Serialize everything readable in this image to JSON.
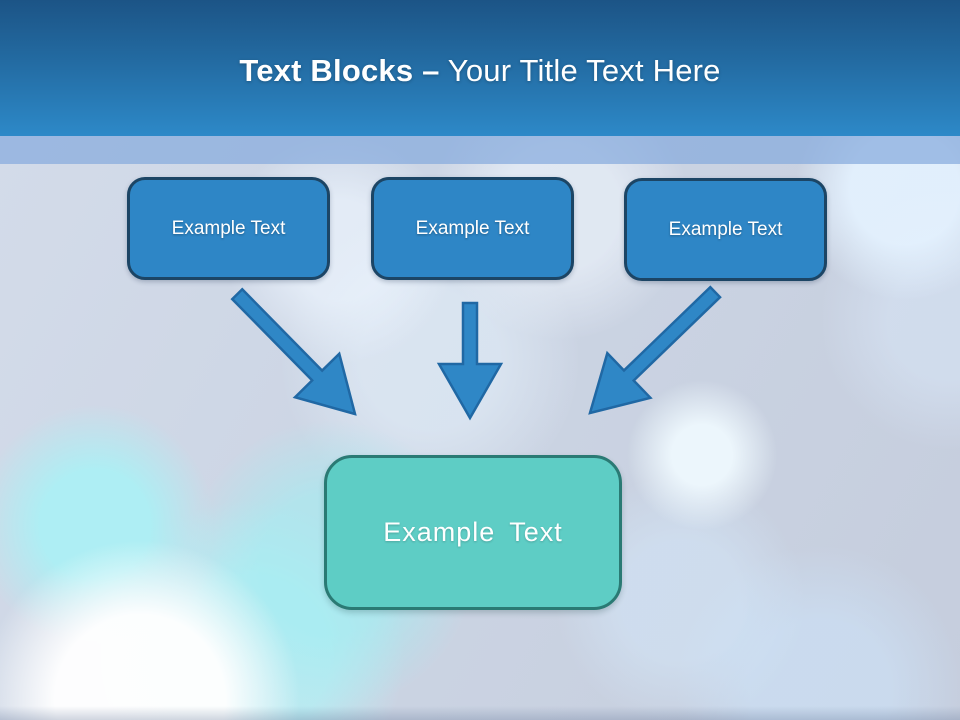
{
  "slide": {
    "title": {
      "bold": "Text Blocks –",
      "regular": " Your Title Text Here"
    },
    "blocks": [
      {
        "label": "Example Text"
      },
      {
        "label": "Example Text"
      },
      {
        "label": "Example Text"
      }
    ],
    "result_block": {
      "label": "Example Text"
    },
    "colors": {
      "header_top": "#1c5486",
      "header_bottom": "#2d89c8",
      "title_color": "#ffffff",
      "block_fill": "#2e86c6",
      "block_border": "#1c4565",
      "result_fill": "#5ecdc5",
      "result_border": "#2a7a74",
      "arrow_fill": "#2f87c6",
      "arrow_stroke": "#2068a4"
    }
  }
}
